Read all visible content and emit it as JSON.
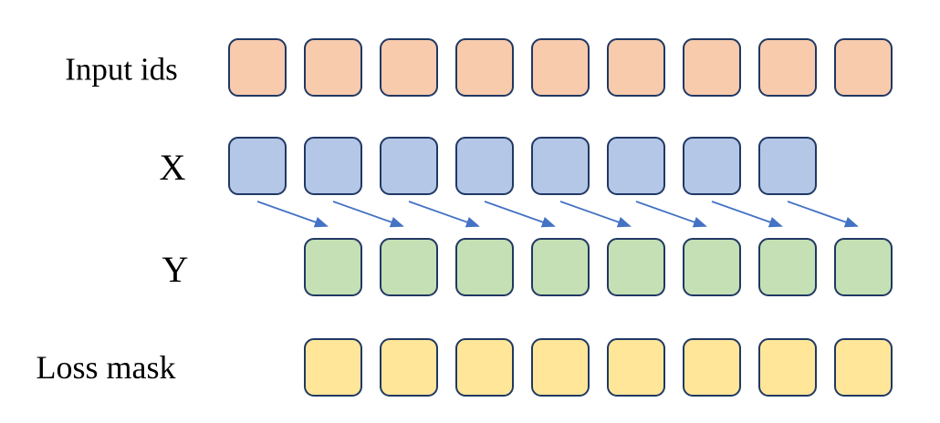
{
  "diagram": {
    "title_hint": "next-token prediction data layout",
    "border_color": "#203864",
    "rows": [
      {
        "id": "input-ids",
        "label": "Input ids",
        "fill": "#F8CBAD",
        "count": 9,
        "start_index": 0
      },
      {
        "id": "x",
        "label": "X",
        "fill": "#B4C7E7",
        "count": 8,
        "start_index": 0
      },
      {
        "id": "y",
        "label": "Y",
        "fill": "#C5E0B4",
        "count": 8,
        "start_index": 1
      },
      {
        "id": "loss-mask",
        "label": "Loss mask",
        "fill": "#FFE699",
        "count": 8,
        "start_index": 1
      }
    ],
    "arrows": {
      "count": 8,
      "color": "#4472C4",
      "from_row": "x",
      "to_row": "y",
      "meaning": "each X token points to the next-position Y token"
    }
  }
}
